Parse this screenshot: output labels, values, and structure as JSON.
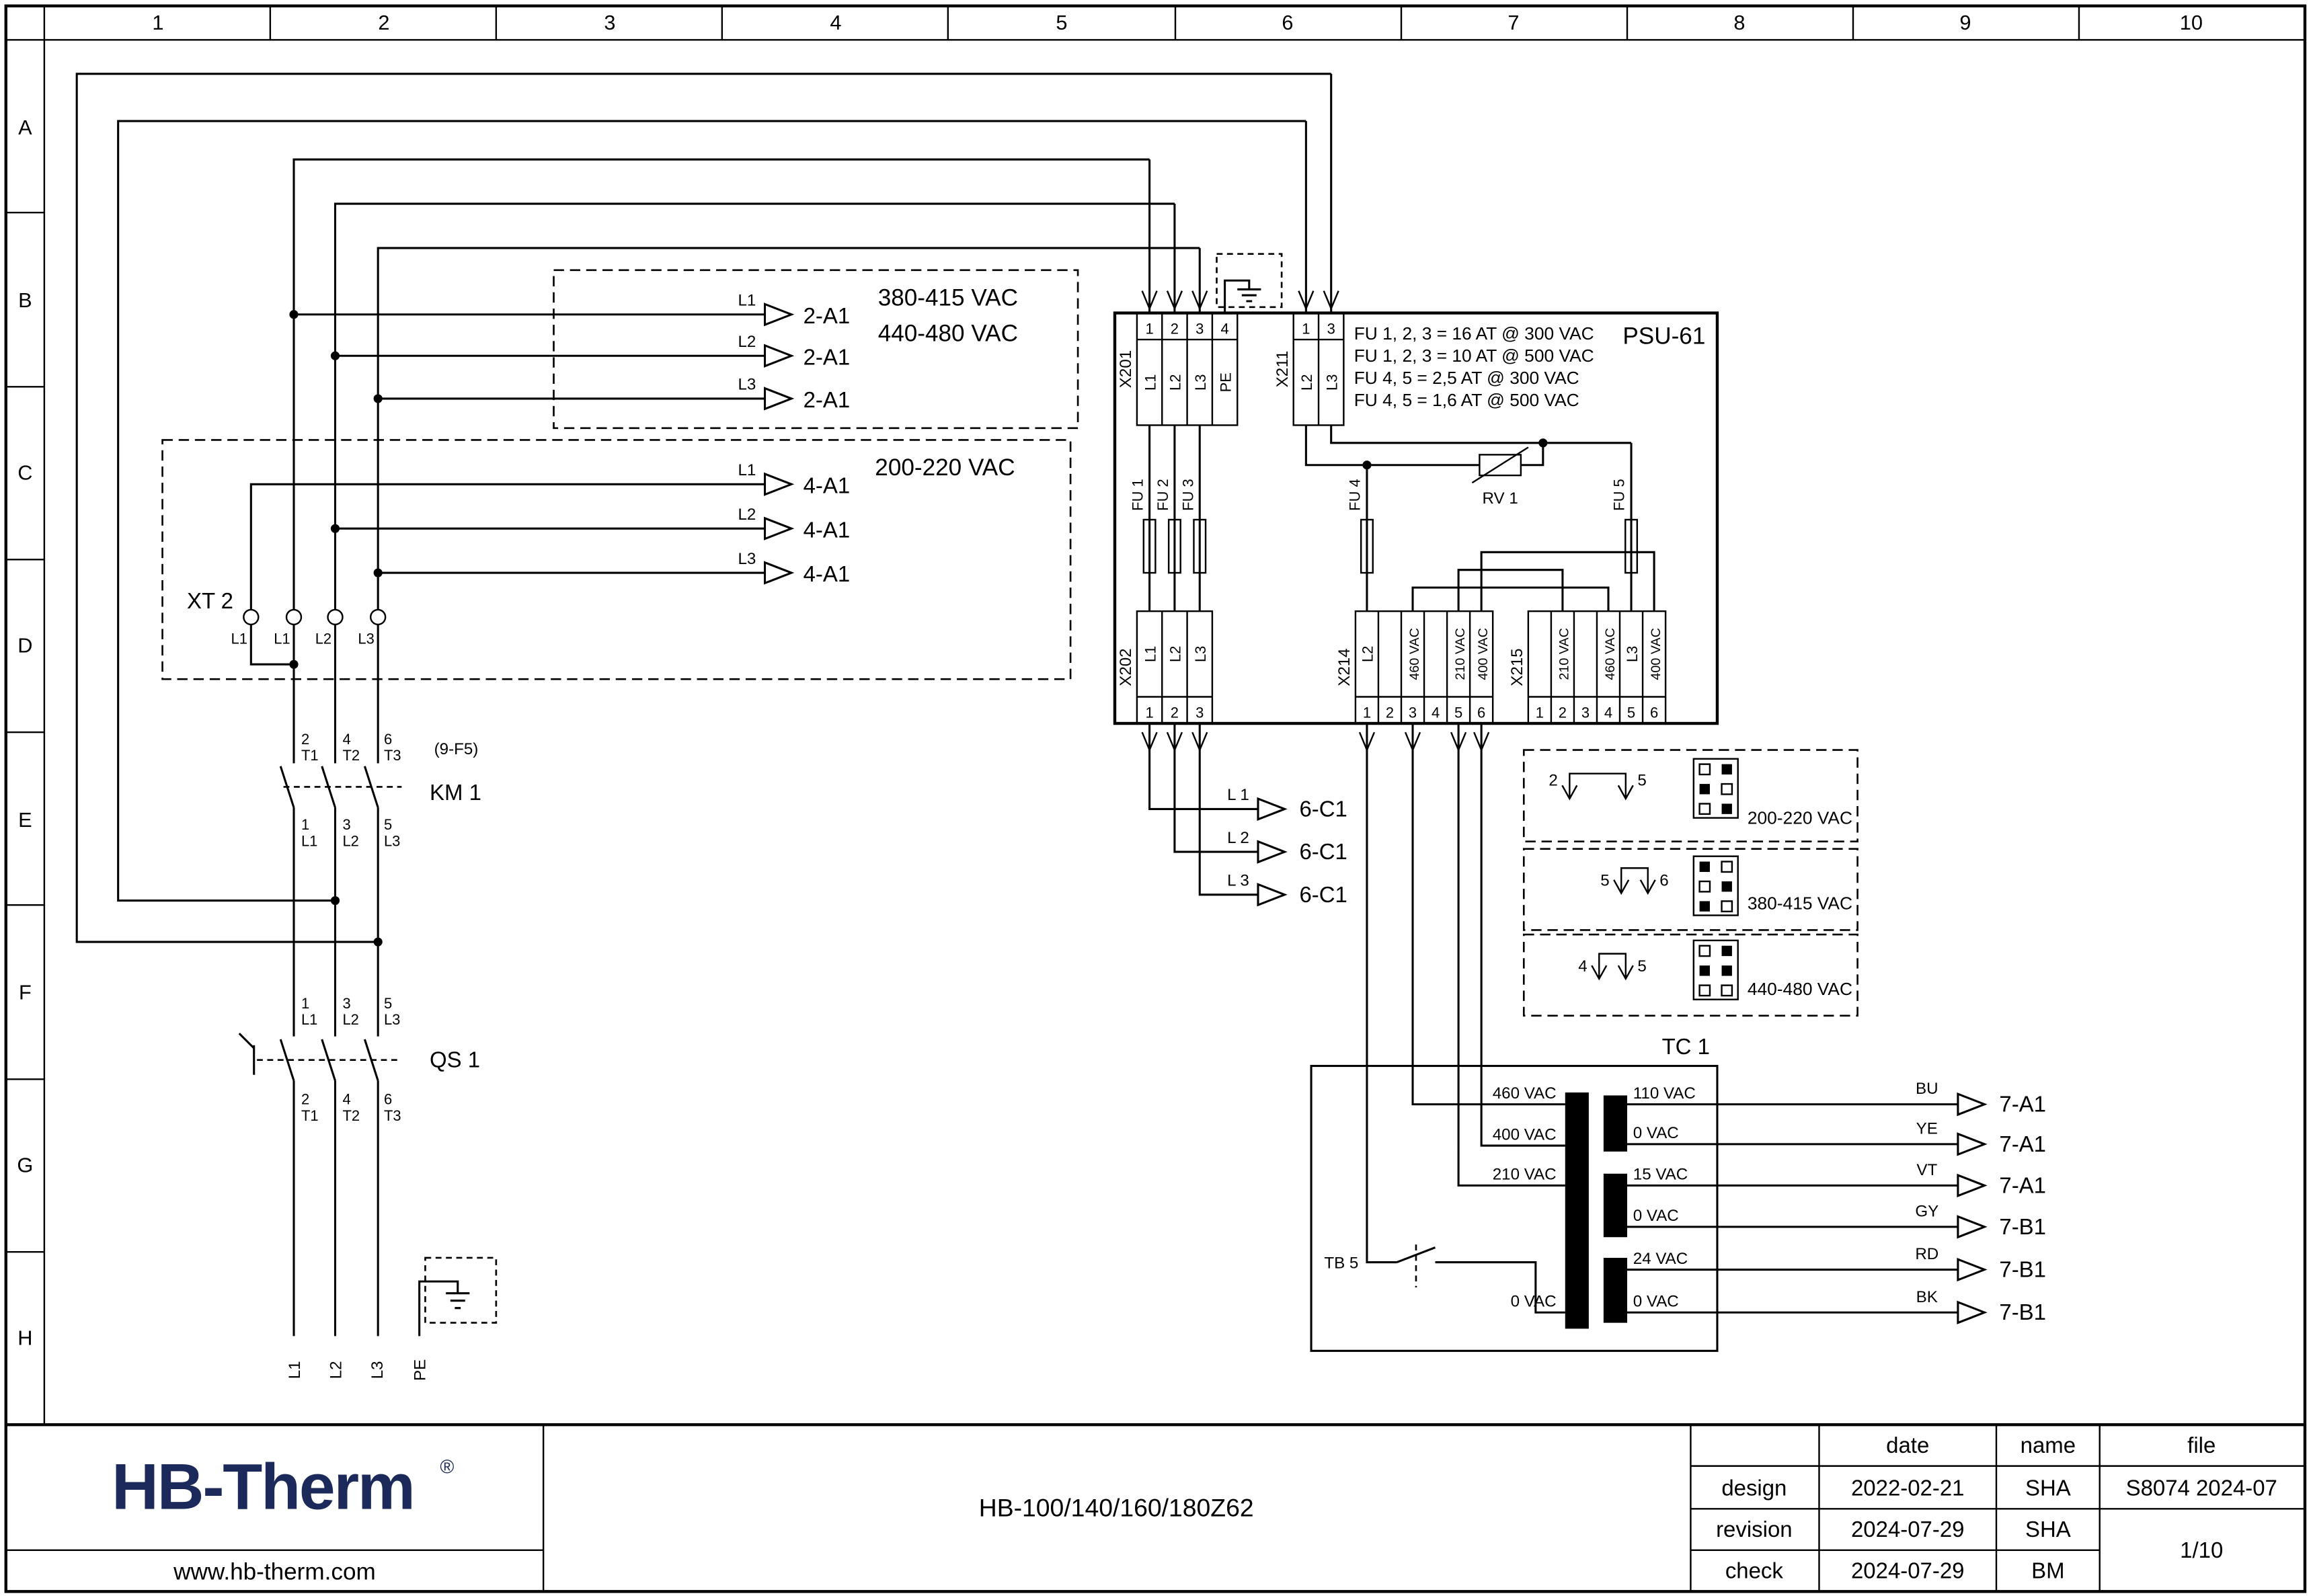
{
  "frame": {
    "columns": [
      "1",
      "2",
      "3",
      "4",
      "5",
      "6",
      "7",
      "8",
      "9",
      "10"
    ],
    "rows": [
      "A",
      "B",
      "C",
      "D",
      "E",
      "F",
      "G",
      "H"
    ]
  },
  "hv_box": {
    "line1": "380-415 VAC",
    "line2": "440-480 VAC",
    "wires": [
      {
        "phase": "L1",
        "target": "2-A1"
      },
      {
        "phase": "L2",
        "target": "2-A1"
      },
      {
        "phase": "L3",
        "target": "2-A1"
      }
    ]
  },
  "lv_box": {
    "title": "200-220 VAC",
    "wires": [
      {
        "phase": "L1",
        "target": "4-A1"
      },
      {
        "phase": "L2",
        "target": "4-A1"
      },
      {
        "phase": "L3",
        "target": "4-A1"
      }
    ],
    "xt2": {
      "label": "XT 2",
      "terminals": [
        "L1",
        "L1",
        "L2",
        "L3"
      ]
    }
  },
  "km1": {
    "ref": "(9-F5)",
    "label": "KM 1",
    "top_nums": [
      "2",
      "4",
      "6"
    ],
    "top_labels": [
      "T1",
      "T2",
      "T3"
    ],
    "bot_nums": [
      "1",
      "3",
      "5"
    ],
    "bot_labels": [
      "L1",
      "L2",
      "L3"
    ]
  },
  "qs1": {
    "label": "QS 1",
    "top_nums": [
      "1",
      "3",
      "5"
    ],
    "top_labels": [
      "L1",
      "L2",
      "L3"
    ],
    "bot_nums": [
      "2",
      "4",
      "6"
    ],
    "bot_labels": [
      "T1",
      "T2",
      "T3"
    ]
  },
  "incoming": [
    "L1",
    "L2",
    "L3",
    "PE"
  ],
  "psu": {
    "title": "PSU-61",
    "fuse_notes": [
      "FU 1, 2, 3 = 16 AT @ 300 VAC",
      "FU 1, 2, 3 = 10 AT @ 500 VAC",
      "FU 4, 5 = 2,5 AT @ 300 VAC",
      "FU 4, 5 = 1,6 AT @ 500 VAC"
    ],
    "x201": {
      "name": "X201",
      "nums": [
        "1",
        "2",
        "3",
        "4"
      ],
      "labels": [
        "L1",
        "L2",
        "L3",
        "PE"
      ]
    },
    "x211": {
      "name": "X211",
      "nums": [
        "1",
        "3"
      ],
      "labels": [
        "L2",
        "L3"
      ]
    },
    "x202": {
      "name": "X202",
      "nums": [
        "1",
        "2",
        "3"
      ],
      "labels": [
        "L1",
        "L2",
        "L3"
      ]
    },
    "x214": {
      "name": "X214",
      "nums": [
        "1",
        "2",
        "3",
        "4",
        "5",
        "6"
      ],
      "labels": [
        "L2",
        "",
        "460 VAC",
        "",
        "210 VAC",
        "400 VAC"
      ]
    },
    "x215": {
      "name": "X215",
      "nums": [
        "1",
        "2",
        "3",
        "4",
        "5",
        "6"
      ],
      "labels": [
        "",
        "210 VAC",
        "",
        "460 VAC",
        "L3",
        "400 VAC"
      ]
    },
    "fu1": "FU 1",
    "fu2": "FU 2",
    "fu3": "FU 3",
    "fu4": "FU 4",
    "fu5": "FU 5",
    "rv1": "RV 1"
  },
  "c1": {
    "wires": [
      {
        "phase": "L 1",
        "target": "6-C1"
      },
      {
        "phase": "L 2",
        "target": "6-C1"
      },
      {
        "phase": "L 3",
        "target": "6-C1"
      }
    ]
  },
  "selectors": [
    {
      "pin_a": "2",
      "pin_b": "5",
      "label": "200-220 VAC"
    },
    {
      "pin_a": "5",
      "pin_b": "6",
      "label": "380-415 VAC"
    },
    {
      "pin_a": "4",
      "pin_b": "5",
      "label": "440-480 VAC"
    }
  ],
  "tc1": {
    "title": "TC 1",
    "tb5": "TB 5",
    "primary": [
      "460 VAC",
      "400 VAC",
      "210 VAC",
      "0 VAC"
    ],
    "secondary": [
      "110 VAC",
      "0 VAC",
      "15 VAC",
      "0 VAC",
      "24 VAC",
      "0 VAC"
    ],
    "outputs": [
      {
        "color": "BU",
        "target": "7-A1"
      },
      {
        "color": "YE",
        "target": "7-A1"
      },
      {
        "color": "VT",
        "target": "7-A1"
      },
      {
        "color": "GY",
        "target": "7-B1"
      },
      {
        "color": "RD",
        "target": "7-B1"
      },
      {
        "color": "BK",
        "target": "7-B1"
      }
    ]
  },
  "titleblock": {
    "logo": "HB-Therm",
    "registered": "®",
    "website": "www.hb-therm.com",
    "doc": "HB-100/140/160/180Z62",
    "col_date": "date",
    "col_name": "name",
    "col_file": "file",
    "rows": [
      {
        "label": "design",
        "date": "2022-02-21",
        "name": "SHA"
      },
      {
        "label": "revision",
        "date": "2024-07-29",
        "name": "SHA"
      },
      {
        "label": "check",
        "date": "2024-07-29",
        "name": "BM"
      }
    ],
    "file_ref": "S8074 2024-07",
    "page": "1/10"
  },
  "colors": {
    "ink": "#000000",
    "logo_navy": "#1b2a5a",
    "paper": "#ffffff"
  }
}
